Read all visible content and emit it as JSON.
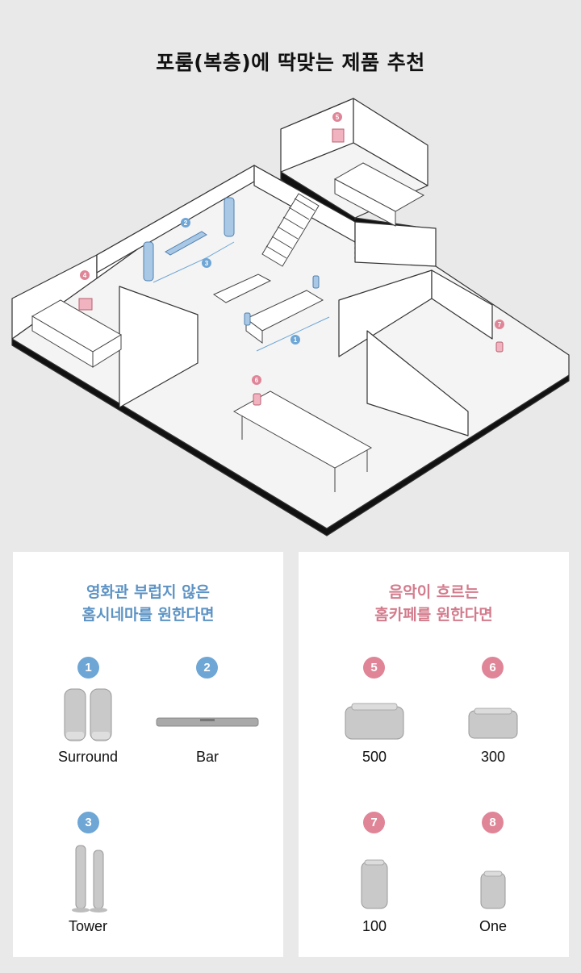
{
  "page": {
    "title": "포룸(복층)에 딱맞는 제품 추천"
  },
  "floorplan": {
    "markers": [
      "1",
      "2",
      "3",
      "4",
      "5",
      "6",
      "7"
    ]
  },
  "cinema": {
    "heading_line1": "영화관 부럽지 않은",
    "heading_line2": "홈시네마를 원한다면",
    "accent": "#6ea6d6",
    "items": [
      {
        "num": "1",
        "label": "Surround"
      },
      {
        "num": "2",
        "label": "Bar"
      },
      {
        "num": "3",
        "label": "Tower"
      }
    ]
  },
  "cafe": {
    "heading_line1": "음악이 흐르는",
    "heading_line2": "홈카페를 원한다면",
    "accent": "#e08597",
    "items": [
      {
        "num": "5",
        "label": "500"
      },
      {
        "num": "6",
        "label": "300"
      },
      {
        "num": "7",
        "label": "100"
      },
      {
        "num": "8",
        "label": "One"
      }
    ]
  }
}
